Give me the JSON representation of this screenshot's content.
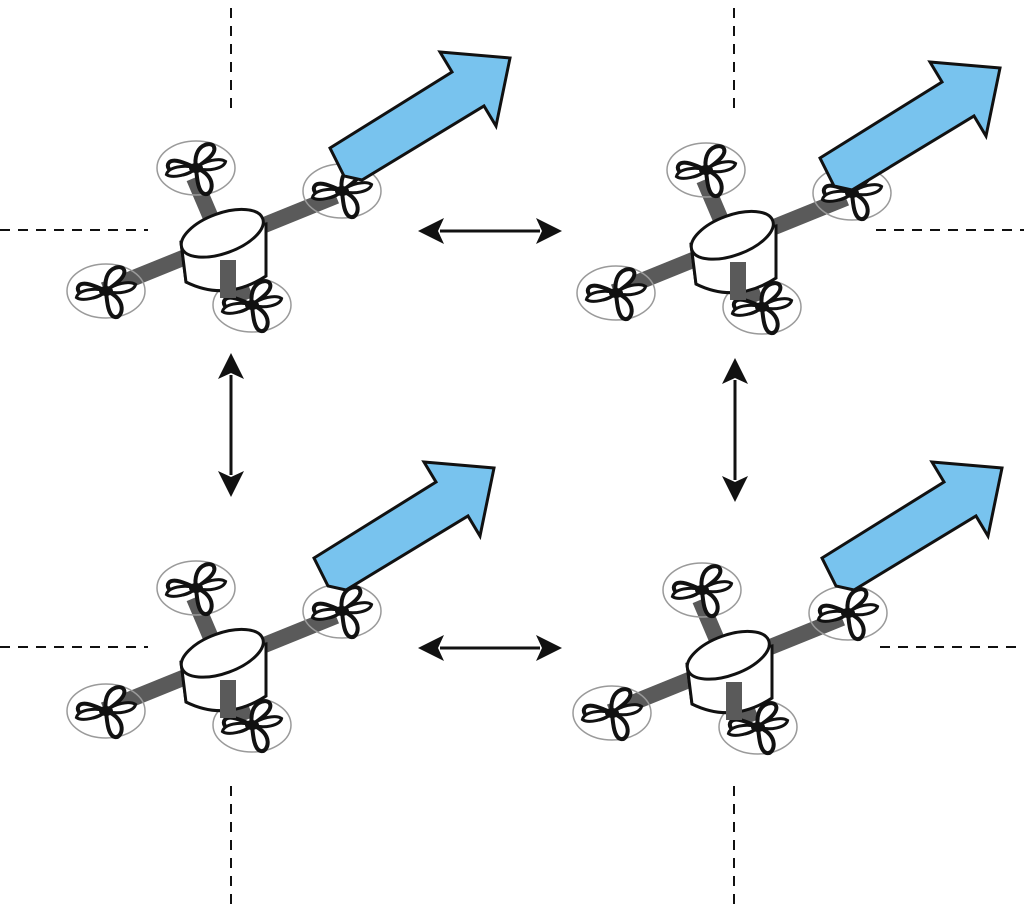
{
  "diagram": {
    "description_visible_text": "",
    "colors": {
      "background": "#ffffff",
      "arm": "#5a5a5a",
      "outline": "#111111",
      "rotor_disc": "#9a9a9a",
      "arrow_fill": "#78c3ee",
      "dash": "#111111"
    },
    "drones": [
      {
        "id": "top-left"
      },
      {
        "id": "top-right"
      },
      {
        "id": "bottom-left"
      },
      {
        "id": "bottom-right"
      }
    ],
    "links": [
      {
        "id": "top-link",
        "kind": "bidirectional-horizontal"
      },
      {
        "id": "bottom-link",
        "kind": "bidirectional-horizontal"
      },
      {
        "id": "left-link",
        "kind": "bidirectional-vertical"
      },
      {
        "id": "right-link",
        "kind": "bidirectional-vertical"
      }
    ],
    "icons": [
      "quadcopter-icon",
      "heading-arrow-icon",
      "double-arrow-icon",
      "dashed-line"
    ]
  }
}
